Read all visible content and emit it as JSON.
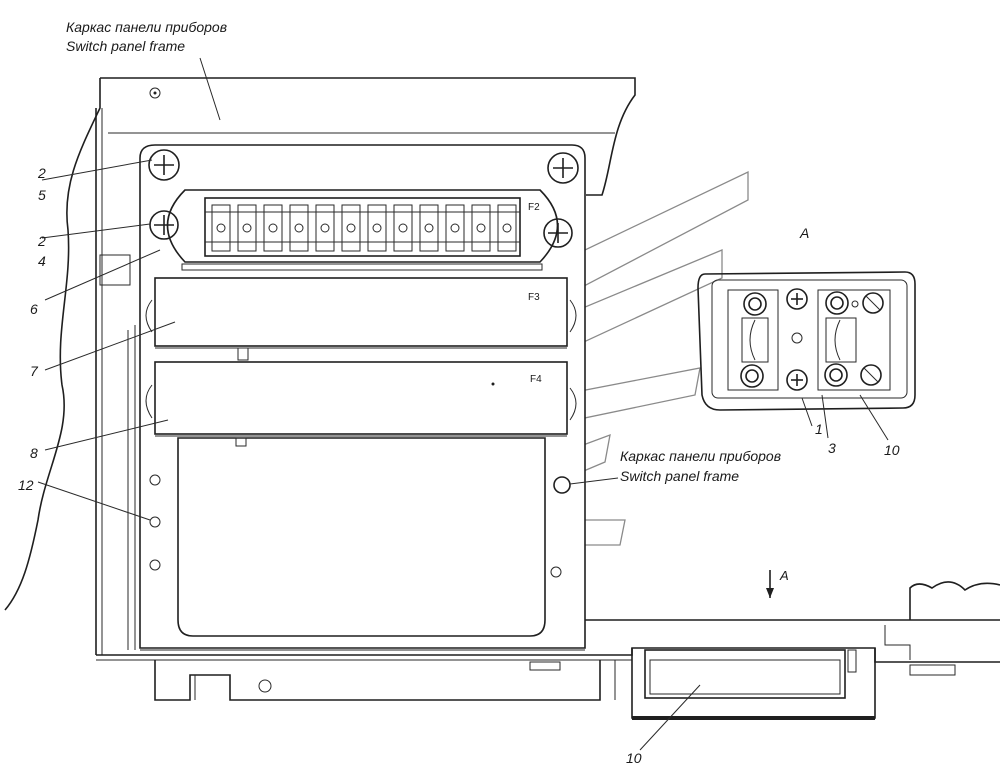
{
  "frame_label_top": {
    "ru": "Каркас панели приборов",
    "en": "Switch panel frame"
  },
  "frame_label_mid": {
    "ru": "Каркас панели приборов",
    "en": "Switch panel frame"
  },
  "view_label": "A",
  "view_arrow_label": "A",
  "fuse_labels": [
    "F2",
    "F3",
    "F4"
  ],
  "callouts": {
    "c2a": "2",
    "c5": "5",
    "c2b": "2",
    "c4": "4",
    "c6": "6",
    "c7": "7",
    "c8": "8",
    "c12": "12",
    "c1": "1",
    "c3": "3",
    "c10_detail": "10",
    "c10_bottom": "10"
  }
}
